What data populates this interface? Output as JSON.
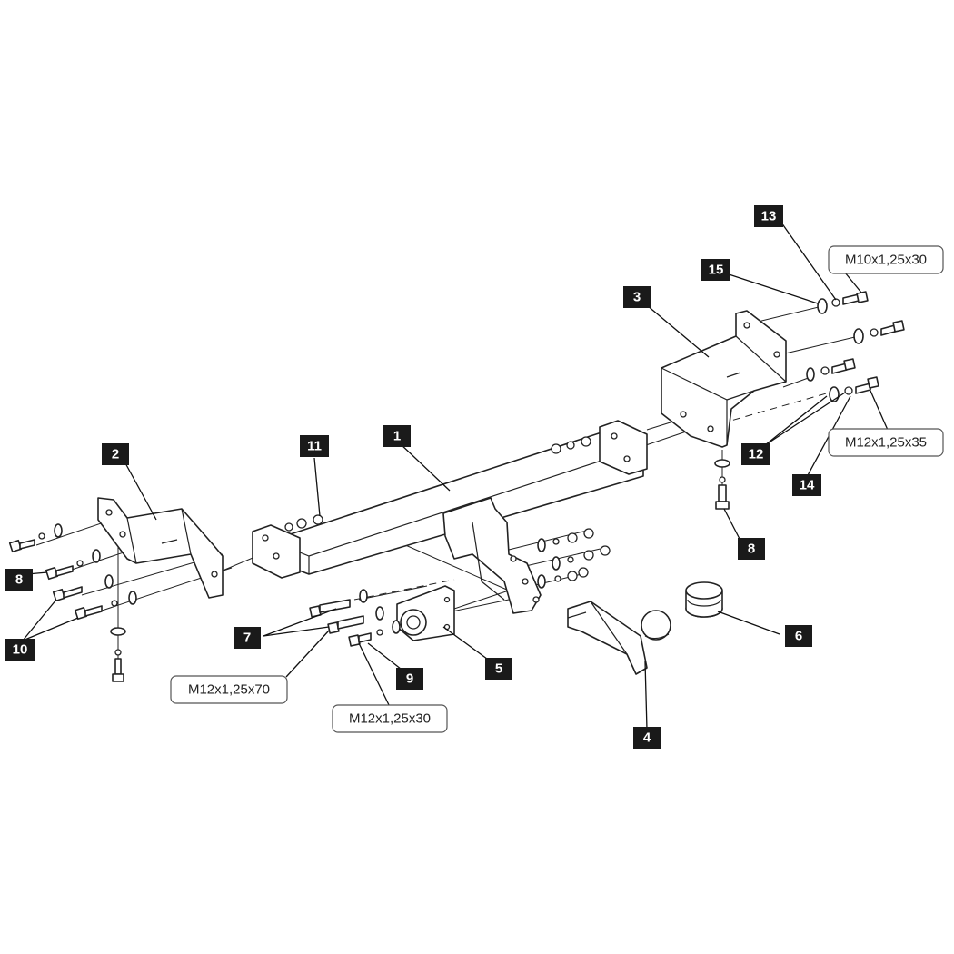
{
  "callouts": {
    "c1": "1",
    "c2": "2",
    "c3": "3",
    "c4": "4",
    "c5": "5",
    "c6": "6",
    "c7": "7",
    "c8_left": "8",
    "c8_right": "8",
    "c9": "9",
    "c10": "10",
    "c11": "11",
    "c12": "12",
    "c13": "13",
    "c14": "14",
    "c15": "15"
  },
  "specs": {
    "m10_30": "M10x1,25x30",
    "m12_35": "M12x1,25x35",
    "m12_70": "M12x1,25x70",
    "m12_30": "M12x1,25x30"
  },
  "colors": {
    "line": "#222222",
    "callout_fill": "#1a1a1a",
    "callout_text": "#ffffff",
    "background": "#ffffff"
  }
}
